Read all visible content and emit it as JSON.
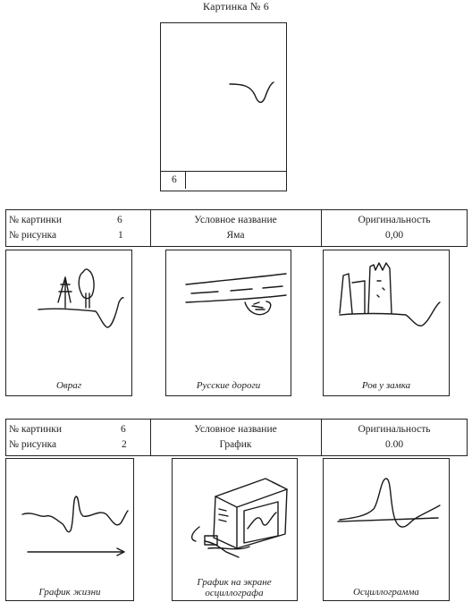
{
  "title": "Картинка № 6",
  "stimulus": {
    "number": "6"
  },
  "sections": [
    {
      "labels": {
        "picture_no": "№ картинки",
        "drawing_no": "№ рисунка",
        "name_header": "Условное название",
        "originality_header": "Оригинальность"
      },
      "values": {
        "picture_no": "6",
        "drawing_no": "1",
        "name": "Яма",
        "originality": "0,00"
      },
      "drawings": [
        "Овраг",
        "Русские дороги",
        "Ров у замка"
      ]
    },
    {
      "labels": {
        "picture_no": "№ картинки",
        "drawing_no": "№ рисунка",
        "name_header": "Условное название",
        "originality_header": "Оригинальность"
      },
      "values": {
        "picture_no": "6",
        "drawing_no": "2",
        "name": "График",
        "originality": "0.00"
      },
      "drawings": [
        "График жизни",
        "График на экране осциллографа",
        "Осциллограмма"
      ]
    }
  ]
}
